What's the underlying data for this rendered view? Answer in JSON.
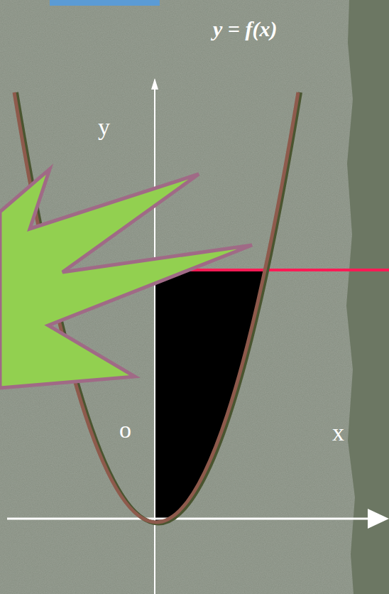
{
  "diagram": {
    "labels": [
      "y = f(x)",
      "y",
      "o",
      "x"
    ]
  }
}
